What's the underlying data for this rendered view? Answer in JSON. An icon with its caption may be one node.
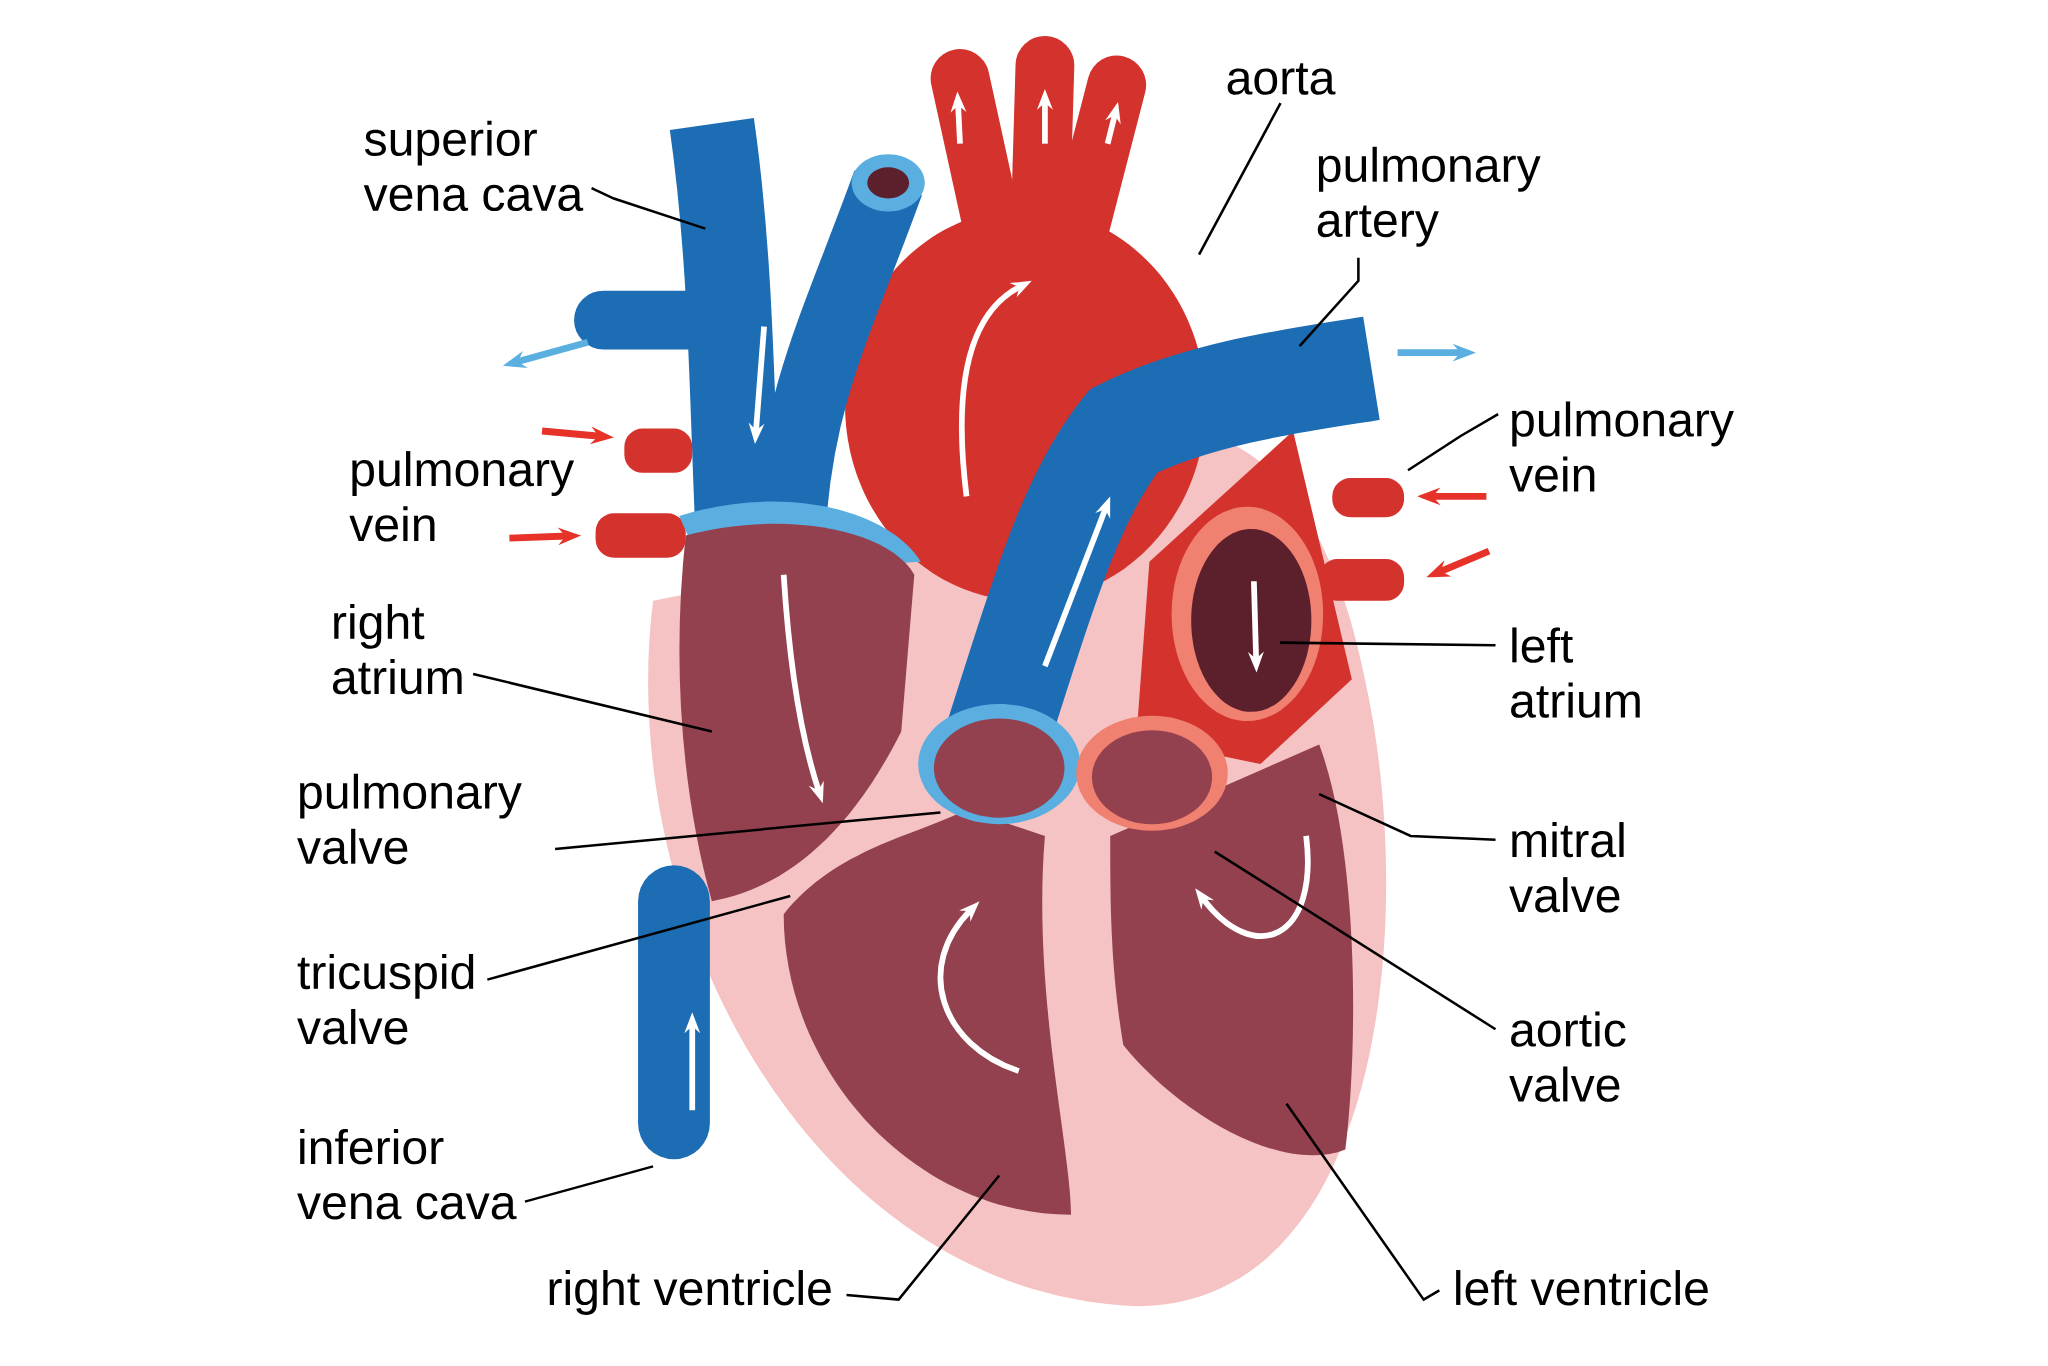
{
  "diagram": {
    "nodes": [
      {
        "text": [
          "superior vena cava"
        ]
      },
      {
        "text": [
          "aorta"
        ]
      },
      {
        "text": [
          "pulmonary artery"
        ]
      },
      {
        "text": [
          "pulmonary vein"
        ]
      },
      {
        "text": [
          "right atrium"
        ]
      },
      {
        "text": [
          "left atrium"
        ]
      },
      {
        "text": [
          "pulmonary valve"
        ]
      },
      {
        "text": [
          "mitral valve"
        ]
      },
      {
        "text": [
          "tricuspid valve"
        ]
      },
      {
        "text": [
          "aortic valve"
        ]
      },
      {
        "text": [
          "inferior vena cava"
        ]
      },
      {
        "text": [
          "right ventricle"
        ]
      },
      {
        "text": [
          "left ventricle"
        ]
      }
    ],
    "edges": [
      {
        "from": 0,
        "to": null,
        "arrow": "none"
      },
      {
        "from": 1,
        "to": null,
        "arrow": "none"
      },
      {
        "from": 2,
        "to": null,
        "arrow": "none"
      },
      {
        "from": 3,
        "to": null,
        "arrow": "none"
      },
      {
        "from": 4,
        "to": null,
        "arrow": "none"
      },
      {
        "from": 5,
        "to": null,
        "arrow": "none"
      },
      {
        "from": 6,
        "to": null,
        "arrow": "none"
      },
      {
        "from": 7,
        "to": null,
        "arrow": "none"
      },
      {
        "from": 8,
        "to": null,
        "arrow": "none"
      },
      {
        "from": 9,
        "to": null,
        "arrow": "none"
      },
      {
        "from": 10,
        "to": null,
        "arrow": "none"
      },
      {
        "from": 11,
        "to": null,
        "arrow": "none"
      },
      {
        "from": 12,
        "to": null,
        "arrow": "none"
      }
    ],
    "labels": [
      "pulmonary vein"
    ]
  }
}
